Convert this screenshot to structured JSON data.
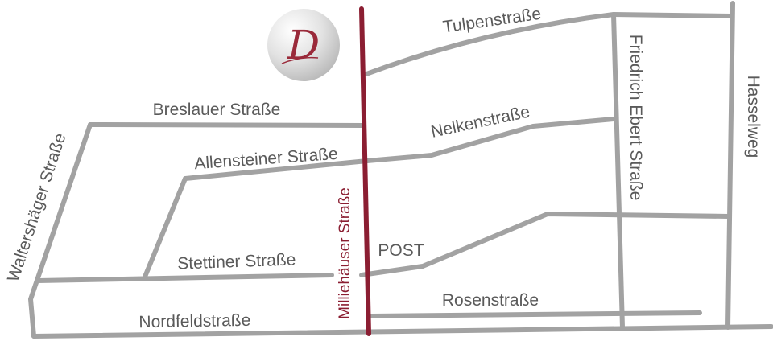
{
  "streets": {
    "tulpen": "Tulpenstraße",
    "breslauer": "Breslauer Straße",
    "nelken": "Nelkenstraße",
    "allensteiner": "Allensteiner Straße",
    "stettiner": "Stettiner Straße",
    "rosen": "Rosenstraße",
    "nordfeld": "Nordfeldstraße",
    "waltershaeger": "Waltershäger Straße",
    "milliehaeuser": "Milliehäuser Straße",
    "friedrich_ebert": "Friedrich Ebert Straße",
    "hassel": "Hasselweg"
  },
  "landmarks": {
    "post": "POST"
  },
  "logo": {
    "letter": "D"
  },
  "colors": {
    "road": "#a2a2a2",
    "main_road": "#8b1e32",
    "label": "#5a5a5a",
    "logo_accent": "#9a2a3a"
  }
}
